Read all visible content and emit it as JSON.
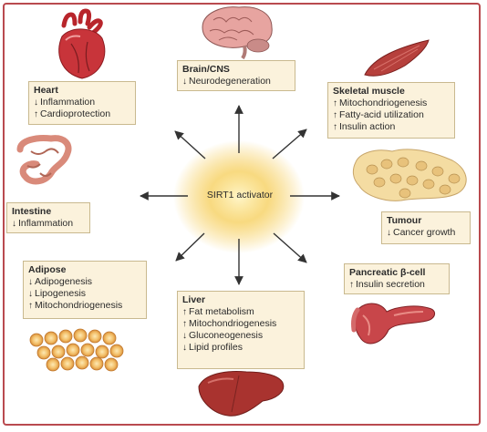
{
  "center": {
    "label": "SIRT1 activator"
  },
  "colors": {
    "border": "#b94a4f",
    "box_fill": "#fbf2dc",
    "box_stroke": "#c9b98f",
    "glow": "#f5c84a",
    "arrow": "#333333"
  },
  "boxes": {
    "brain": {
      "title": "Brain/CNS",
      "lines": [
        {
          "dir": "↓",
          "text": "Neurodegeneration"
        }
      ]
    },
    "heart": {
      "title": "Heart",
      "lines": [
        {
          "dir": "↓",
          "text": "Inflammation"
        },
        {
          "dir": "↑",
          "text": "Cardioprotection"
        }
      ]
    },
    "muscle": {
      "title": "Skeletal muscle",
      "lines": [
        {
          "dir": "↑",
          "text": "Mitochondriogenesis"
        },
        {
          "dir": "↑",
          "text": "Fatty-acid utilization"
        },
        {
          "dir": "↑",
          "text": "Insulin action"
        }
      ]
    },
    "intestine": {
      "title": "Intestine",
      "lines": [
        {
          "dir": "↓",
          "text": "Inflammation"
        }
      ]
    },
    "tumour": {
      "title": "Tumour",
      "lines": [
        {
          "dir": "↓",
          "text": "Cancer growth"
        }
      ]
    },
    "adipose": {
      "title": "Adipose",
      "lines": [
        {
          "dir": "↓",
          "text": "Adipogenesis"
        },
        {
          "dir": "↓",
          "text": "Lipogenesis"
        },
        {
          "dir": "↑",
          "text": "Mitochondriogenesis"
        }
      ]
    },
    "liver": {
      "title": "Liver",
      "lines": [
        {
          "dir": "↑",
          "text": "Fat metabolism"
        },
        {
          "dir": "↑",
          "text": "Mitochondriogenesis"
        },
        {
          "dir": "↓",
          "text": "Gluconeogenesis"
        },
        {
          "dir": "↓",
          "text": "Lipid profiles"
        }
      ]
    },
    "pancreas": {
      "title": "Pancreatic β-cell",
      "lines": [
        {
          "dir": "↑",
          "text": "Insulin secretion"
        }
      ]
    }
  }
}
